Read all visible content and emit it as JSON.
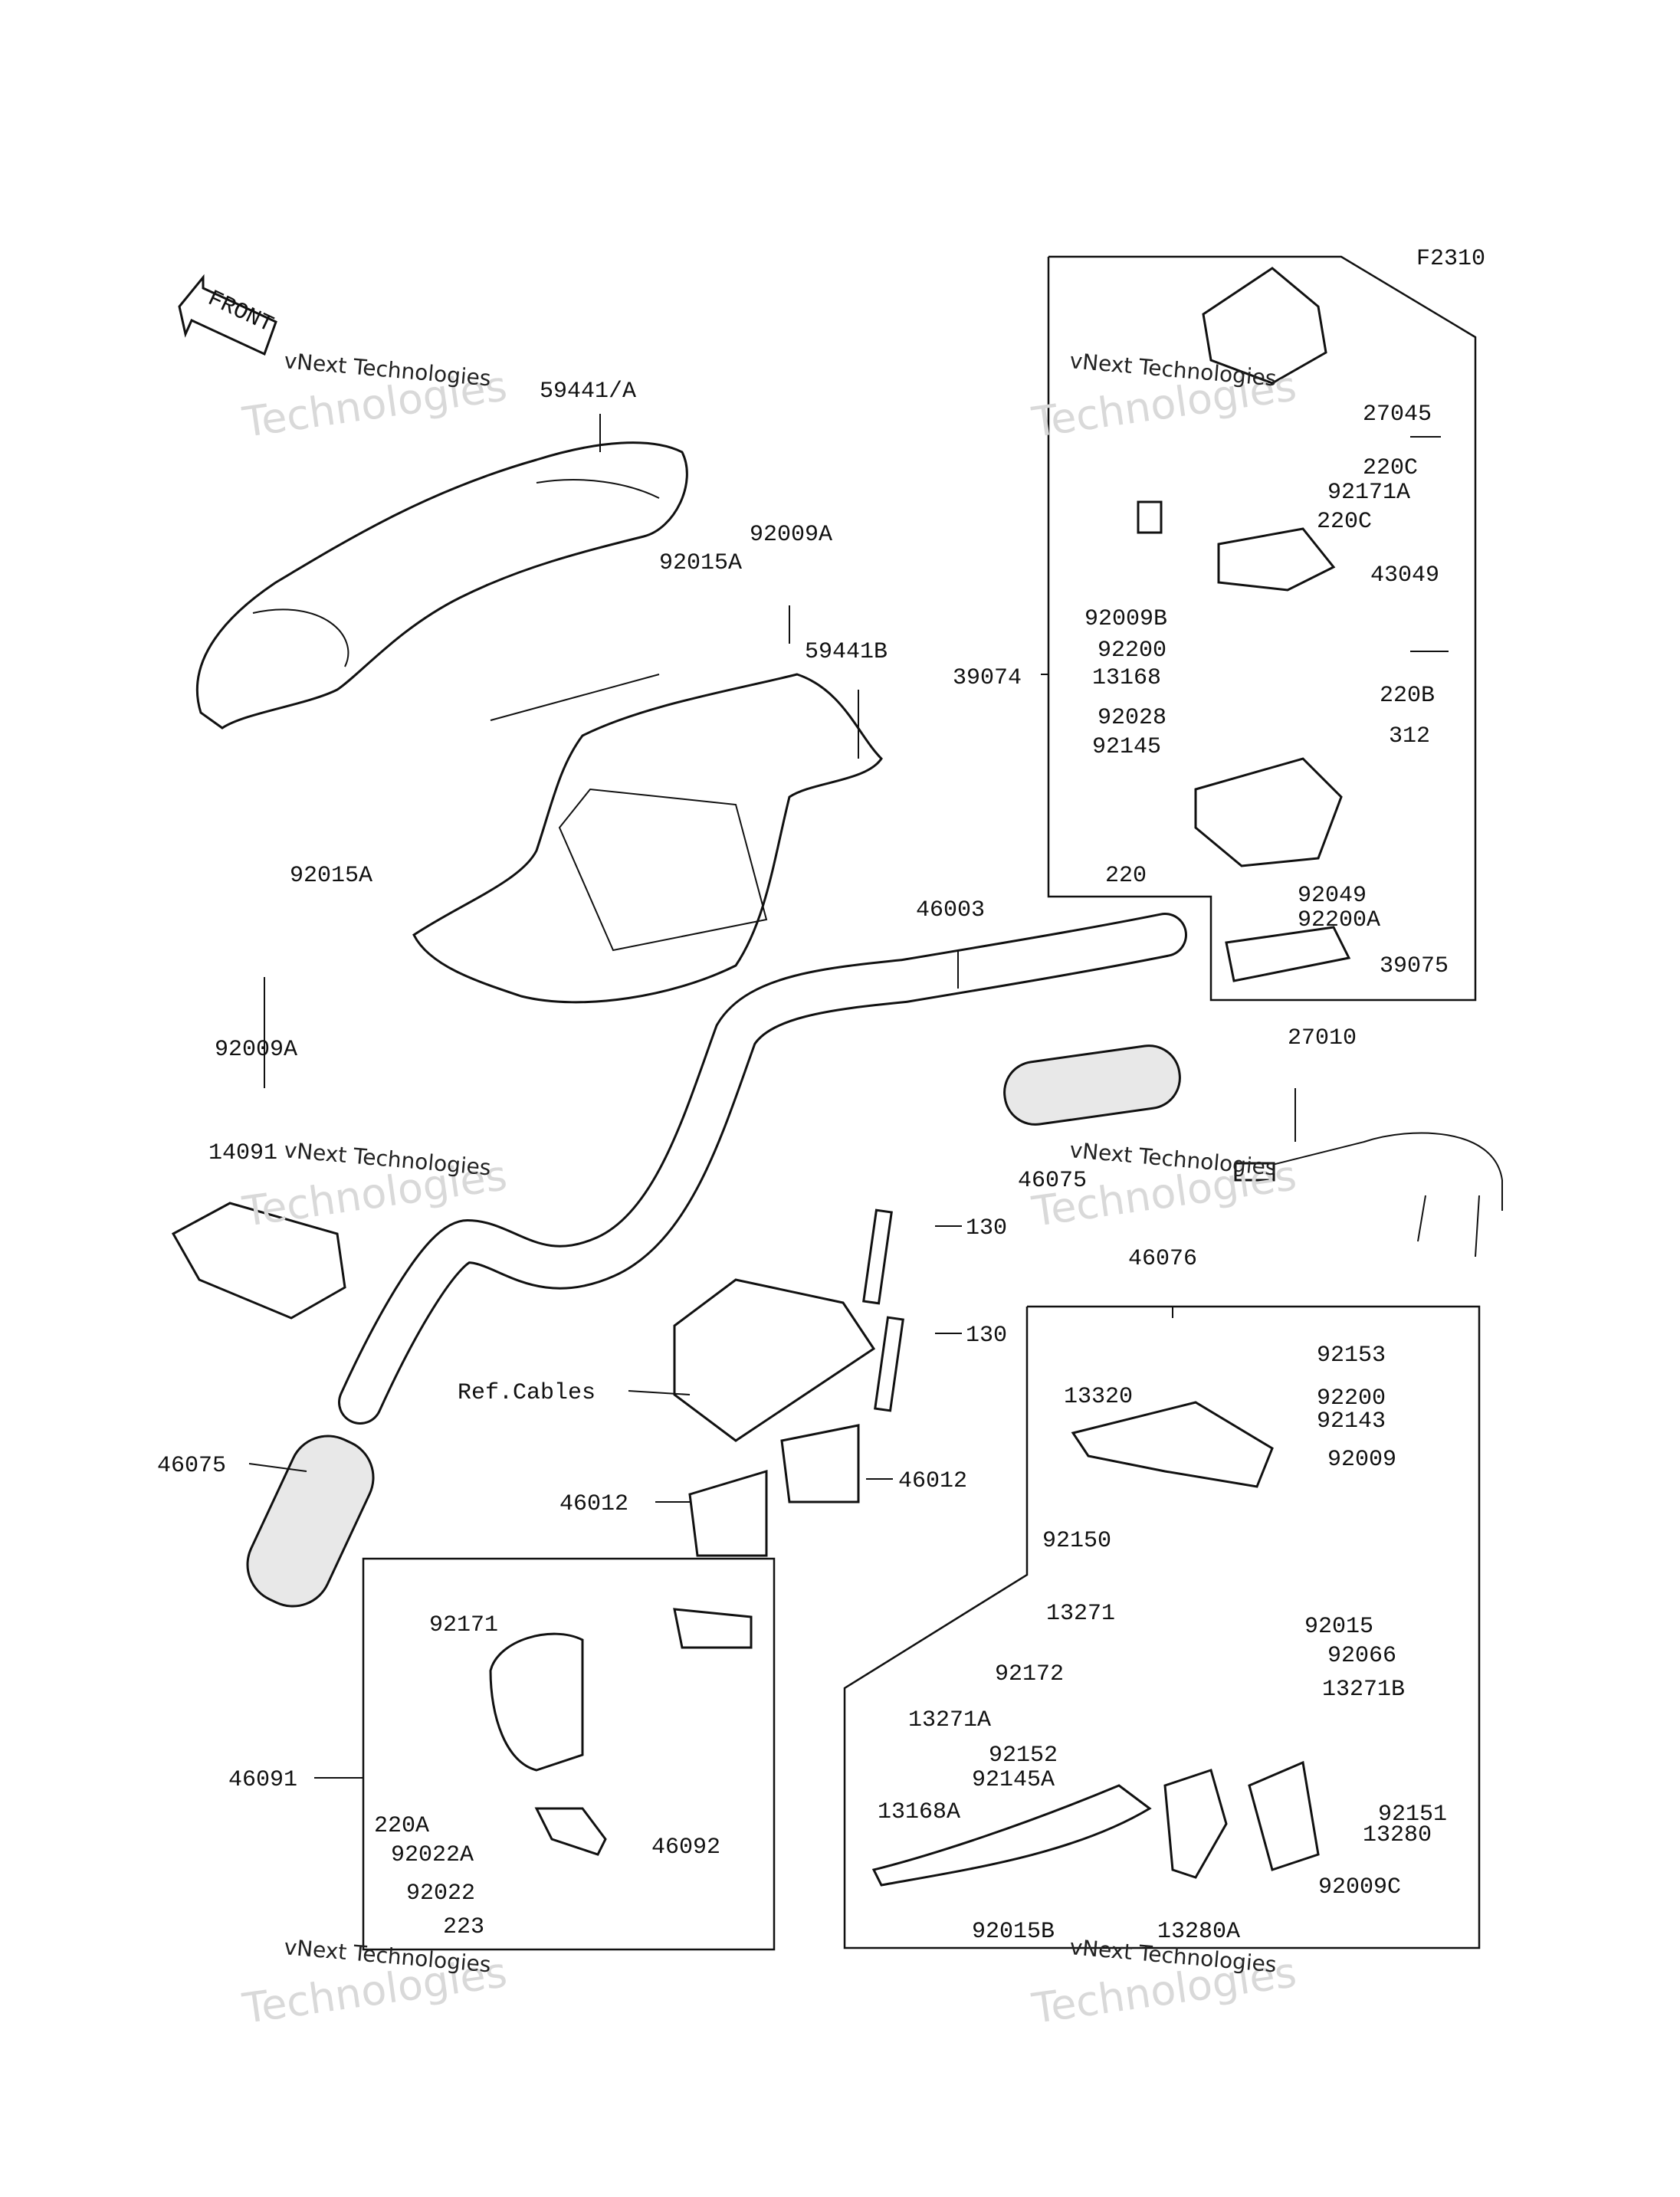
{
  "figure_code": "F2310",
  "front_arrow_text": "FRONT",
  "watermark": {
    "line1": "vNext Technologies",
    "line2": "Technologies"
  },
  "labels": {
    "p59441A": "59441/A",
    "p92009A_top": "92009A",
    "p92015A_top": "92015A",
    "p59441B": "59441B",
    "p92015A_left": "92015A",
    "p92009A_left": "92009A",
    "p46003": "46003",
    "p14091": "14091",
    "p46075_left": "46075",
    "p46075_right": "46075",
    "p27010": "27010",
    "p130_a": "130",
    "p130_b": "130",
    "refcables": "Ref.Cables",
    "p46012_left": "46012",
    "p46012_right": "46012",
    "p46076": "46076",
    "p27045": "27045",
    "p220C_a": "220C",
    "p92171A": "92171A",
    "p220C_b": "220C",
    "p43049": "43049",
    "p92009B": "92009B",
    "p92200_top": "92200",
    "p13168": "13168",
    "p39074": "39074",
    "p220B": "220B",
    "p92028": "92028",
    "p312": "312",
    "p92145": "92145",
    "p220": "220",
    "p92049": "92049",
    "p92200A": "92200A",
    "p39075": "39075",
    "p92153": "92153",
    "p13320": "13320",
    "p92200_right": "92200",
    "p92143": "92143",
    "p92009": "92009",
    "p92150": "92150",
    "p13271": "13271",
    "p92015": "92015",
    "p92066": "92066",
    "p92172": "92172",
    "p13271B": "13271B",
    "p13271A": "13271A",
    "p92152": "92152",
    "p92145A": "92145A",
    "p13168A": "13168A",
    "p92151": "92151",
    "p13280": "13280",
    "p92009C": "92009C",
    "p92015B": "92015B",
    "p13280A": "13280A",
    "p92171": "92171",
    "p46091": "46091",
    "p220A": "220A",
    "p92022A": "92022A",
    "p46092": "46092",
    "p92022": "92022",
    "p223": "223"
  }
}
